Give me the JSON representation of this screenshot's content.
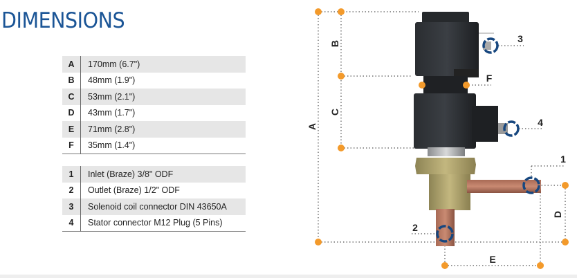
{
  "title": "DIMENSIONS",
  "dimensions": [
    {
      "key": "A",
      "value": "170mm (6.7\")"
    },
    {
      "key": "B",
      "value": "48mm (1.9\")"
    },
    {
      "key": "C",
      "value": "53mm (2.1\")"
    },
    {
      "key": "D",
      "value": "43mm (1.7\")"
    },
    {
      "key": "E",
      "value": "71mm (2.8\")"
    },
    {
      "key": "F",
      "value": "35mm (1.4\")"
    }
  ],
  "connections": [
    {
      "key": "1",
      "value": "Inlet (Braze) 3/8\" ODF"
    },
    {
      "key": "2",
      "value": "Outlet (Braze) 1/2\" ODF"
    },
    {
      "key": "3",
      "value": "Solenoid coil connector DIN 43650A"
    },
    {
      "key": "4",
      "value": "Stator connector M12 Plug (5 Pins)"
    }
  ],
  "colors": {
    "accent": "#1b5596",
    "marker": "#f39a2b"
  }
}
